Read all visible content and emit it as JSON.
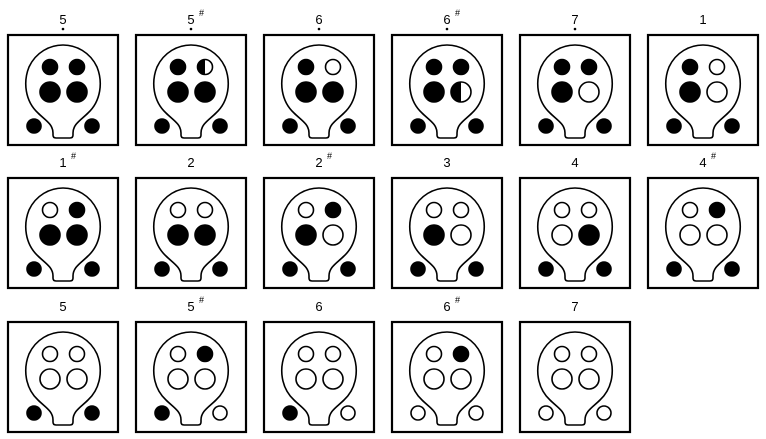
{
  "fingering_chart": {
    "cells": [
      {
        "note": "5",
        "sharp": "",
        "dot_below": false,
        "dot_above": true,
        "holes": {
          "top_left": "closed",
          "top_right": "closed",
          "mid_left": "closed",
          "mid_right": "closed",
          "bottom_left": "closed",
          "bottom_right": "closed"
        }
      },
      {
        "note": "5",
        "sharp": "#",
        "dot_below": false,
        "dot_above": true,
        "holes": {
          "top_left": "closed",
          "top_right": "half",
          "mid_left": "closed",
          "mid_right": "closed",
          "bottom_left": "closed",
          "bottom_right": "closed"
        }
      },
      {
        "note": "6",
        "sharp": "",
        "dot_below": false,
        "dot_above": true,
        "holes": {
          "top_left": "closed",
          "top_right": "open",
          "mid_left": "closed",
          "mid_right": "closed",
          "bottom_left": "closed",
          "bottom_right": "closed"
        }
      },
      {
        "note": "6",
        "sharp": "#",
        "dot_below": false,
        "dot_above": true,
        "holes": {
          "top_left": "closed",
          "top_right": "closed",
          "mid_left": "closed",
          "mid_right": "half",
          "bottom_left": "closed",
          "bottom_right": "closed"
        }
      },
      {
        "note": "7",
        "sharp": "",
        "dot_below": false,
        "dot_above": true,
        "holes": {
          "top_left": "closed",
          "top_right": "closed",
          "mid_left": "closed",
          "mid_right": "open",
          "bottom_left": "closed",
          "bottom_right": "closed"
        }
      },
      {
        "note": "1",
        "sharp": "",
        "dot_below": false,
        "dot_above": false,
        "holes": {
          "top_left": "closed",
          "top_right": "open",
          "mid_left": "closed",
          "mid_right": "open",
          "bottom_left": "closed",
          "bottom_right": "closed"
        }
      },
      {
        "note": "1",
        "sharp": "#",
        "dot_below": false,
        "dot_above": false,
        "holes": {
          "top_left": "open",
          "top_right": "closed",
          "mid_left": "closed",
          "mid_right": "closed",
          "bottom_left": "closed",
          "bottom_right": "closed"
        }
      },
      {
        "note": "2",
        "sharp": "",
        "dot_below": false,
        "dot_above": false,
        "holes": {
          "top_left": "open",
          "top_right": "open",
          "mid_left": "closed",
          "mid_right": "closed",
          "bottom_left": "closed",
          "bottom_right": "closed"
        }
      },
      {
        "note": "2",
        "sharp": "#",
        "dot_below": false,
        "dot_above": false,
        "holes": {
          "top_left": "open",
          "top_right": "closed",
          "mid_left": "closed",
          "mid_right": "open",
          "bottom_left": "closed",
          "bottom_right": "closed"
        }
      },
      {
        "note": "3",
        "sharp": "",
        "dot_below": false,
        "dot_above": false,
        "holes": {
          "top_left": "open",
          "top_right": "open",
          "mid_left": "closed",
          "mid_right": "open",
          "bottom_left": "closed",
          "bottom_right": "closed"
        }
      },
      {
        "note": "4",
        "sharp": "",
        "dot_below": false,
        "dot_above": false,
        "holes": {
          "top_left": "open",
          "top_right": "open",
          "mid_left": "open",
          "mid_right": "closed",
          "bottom_left": "closed",
          "bottom_right": "closed"
        }
      },
      {
        "note": "4",
        "sharp": "#",
        "dot_below": false,
        "dot_above": false,
        "holes": {
          "top_left": "open",
          "top_right": "closed",
          "mid_left": "open",
          "mid_right": "open",
          "bottom_left": "closed",
          "bottom_right": "closed"
        }
      },
      {
        "note": "5",
        "sharp": "",
        "dot_below": false,
        "dot_above": false,
        "holes": {
          "top_left": "open",
          "top_right": "open",
          "mid_left": "open",
          "mid_right": "open",
          "bottom_left": "closed",
          "bottom_right": "closed"
        }
      },
      {
        "note": "5",
        "sharp": "#",
        "dot_below": false,
        "dot_above": false,
        "holes": {
          "top_left": "open",
          "top_right": "closed",
          "mid_left": "open",
          "mid_right": "open",
          "bottom_left": "closed",
          "bottom_right": "open"
        }
      },
      {
        "note": "6",
        "sharp": "",
        "dot_below": false,
        "dot_above": false,
        "holes": {
          "top_left": "open",
          "top_right": "open",
          "mid_left": "open",
          "mid_right": "open",
          "bottom_left": "closed",
          "bottom_right": "open"
        }
      },
      {
        "note": "6",
        "sharp": "#",
        "dot_below": false,
        "dot_above": false,
        "holes": {
          "top_left": "open",
          "top_right": "closed",
          "mid_left": "open",
          "mid_right": "open",
          "bottom_left": "open",
          "bottom_right": "open"
        }
      },
      {
        "note": "7",
        "sharp": "",
        "dot_below": false,
        "dot_above": false,
        "holes": {
          "top_left": "open",
          "top_right": "open",
          "mid_left": "open",
          "mid_right": "open",
          "bottom_left": "open",
          "bottom_right": "open"
        }
      }
    ]
  }
}
